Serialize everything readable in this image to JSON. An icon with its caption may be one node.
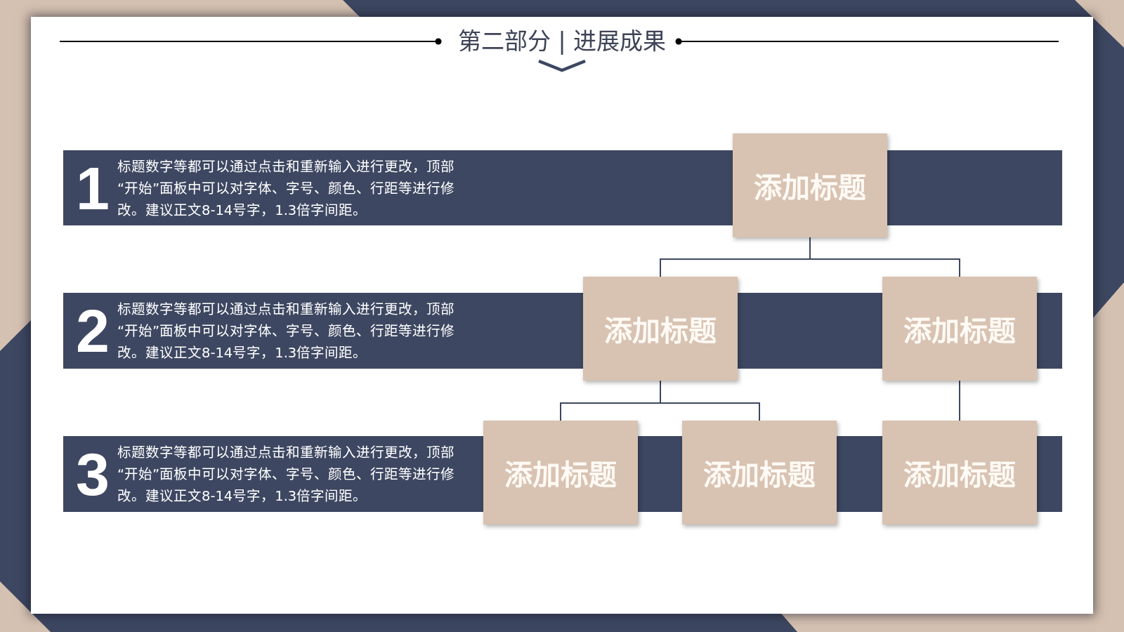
{
  "diagram": {
    "title": "第二部分 | 进展成果",
    "nodes": [
      {
        "text": [
          "1",
          "标题数字等都可以通过点击和重新输入进行更改，顶部“开始”面板中可以对字体、字号、颜色、行距等进行修改。建议正文8-14号字，1.3倍字间距。"
        ]
      },
      {
        "text": [
          "添加标题"
        ]
      },
      {
        "text": [
          "2",
          "标题数字等都可以通过点击和重新输入进行更改，顶部“开始”面板中可以对字体、字号、颜色、行距等进行修改。建议正文8-14号字，1.3倍字间距。"
        ]
      },
      {
        "text": [
          "添加标题"
        ]
      },
      {
        "text": [
          "添加标题"
        ]
      },
      {
        "text": [
          "3",
          "标题数字等都可以通过点击和重新输入进行更改，顶部“开始”面板中可以对字体、字号、颜色、行距等进行修改。建议正文8-14号字，1.3倍字间距。"
        ]
      },
      {
        "text": [
          "添加标题"
        ]
      },
      {
        "text": [
          "添加标题"
        ]
      },
      {
        "text": [
          "添加标题"
        ]
      }
    ],
    "edges": [
      {
        "from": 1,
        "to": 3,
        "arrow": "none"
      },
      {
        "from": 1,
        "to": 4,
        "arrow": "none"
      },
      {
        "from": 3,
        "to": 6,
        "arrow": "none"
      },
      {
        "from": 3,
        "to": 7,
        "arrow": "none"
      },
      {
        "from": 4,
        "to": 8,
        "arrow": "none"
      }
    ]
  }
}
